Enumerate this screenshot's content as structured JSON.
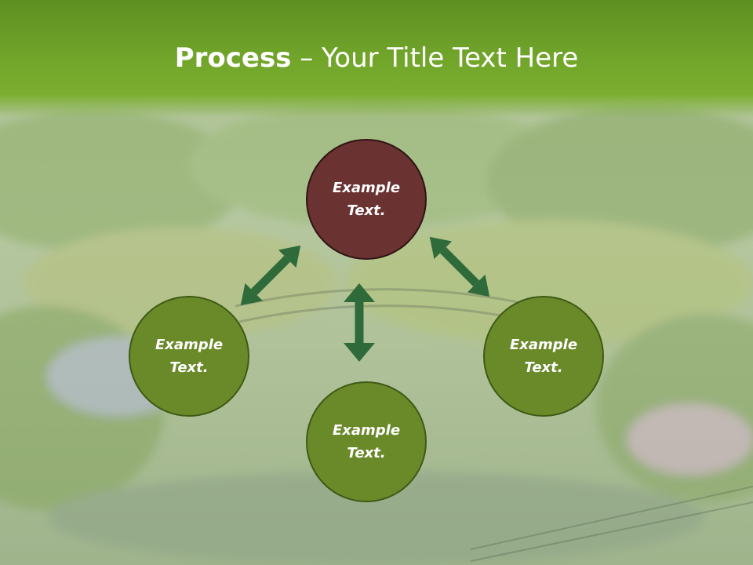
{
  "title": {
    "strong": "Process",
    "rest": " – Your Title Text Here"
  },
  "nodes": [
    {
      "id": "top",
      "label": "Example Text."
    },
    {
      "id": "left",
      "label": "Example Text."
    },
    {
      "id": "right",
      "label": "Example Text."
    },
    {
      "id": "bottom",
      "label": "Example Text."
    }
  ],
  "colors": {
    "header": "#73a72b",
    "node_fill": "#6a8a2a",
    "node_highlight": "#6b3232",
    "arrow": "#2f6b3a"
  }
}
